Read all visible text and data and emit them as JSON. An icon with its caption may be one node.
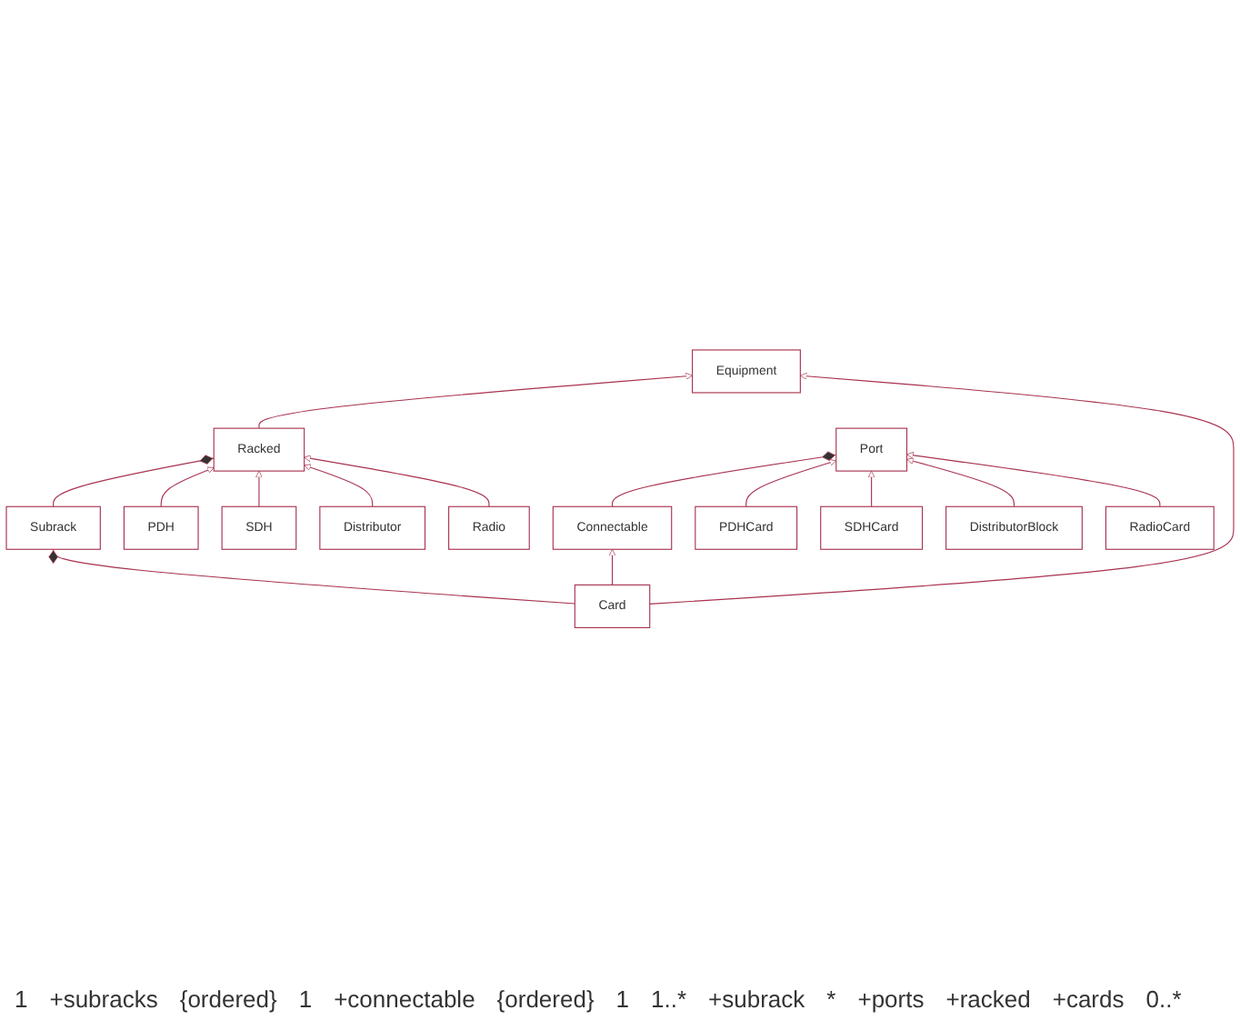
{
  "diagram": {
    "nodes": [
      {
        "text": [
          "Equipment"
        ]
      },
      {
        "text": [
          "Connectable"
        ]
      },
      {
        "text": [
          "Subrack"
        ]
      },
      {
        "text": [
          "Racked"
        ]
      },
      {
        "text": [
          "Card"
        ]
      },
      {
        "text": [
          "Port"
        ]
      },
      {
        "text": [
          "Radio"
        ]
      },
      {
        "text": [
          "PDHCard"
        ]
      },
      {
        "text": [
          "PDH"
        ]
      },
      {
        "text": [
          "Distributor"
        ]
      },
      {
        "text": [
          "RadioCard"
        ]
      },
      {
        "text": [
          "SDHCard"
        ]
      },
      {
        "text": [
          "DistributorBlock"
        ]
      },
      {
        "text": [
          "SDH"
        ]
      }
    ],
    "edges": [
      {
        "from": 3,
        "to": 0,
        "arrow": "to"
      },
      {
        "from": 4,
        "to": 0,
        "arrow": "to"
      },
      {
        "from": 4,
        "to": 1,
        "arrow": "to"
      },
      {
        "from": 2,
        "to": 3,
        "arrow": "other"
      },
      {
        "from": 4,
        "to": 2,
        "arrow": "other"
      },
      {
        "from": 1,
        "to": 5,
        "arrow": "other"
      },
      {
        "from": 8,
        "to": 3,
        "arrow": "to"
      },
      {
        "from": 13,
        "to": 3,
        "arrow": "to"
      },
      {
        "from": 9,
        "to": 3,
        "arrow": "to"
      },
      {
        "from": 6,
        "to": 3,
        "arrow": "to"
      },
      {
        "from": 7,
        "to": 5,
        "arrow": "to"
      },
      {
        "from": 11,
        "to": 5,
        "arrow": "to"
      },
      {
        "from": 12,
        "to": 5,
        "arrow": "to"
      },
      {
        "from": 10,
        "to": 5,
        "arrow": "to"
      }
    ],
    "labels": [
      "1",
      "+subracks",
      "{ordered}",
      "1",
      "+connectable",
      "{ordered}",
      "1",
      "1..*",
      "+subrack",
      "*",
      "+ports",
      "+racked",
      "+cards",
      "0..*"
    ]
  }
}
